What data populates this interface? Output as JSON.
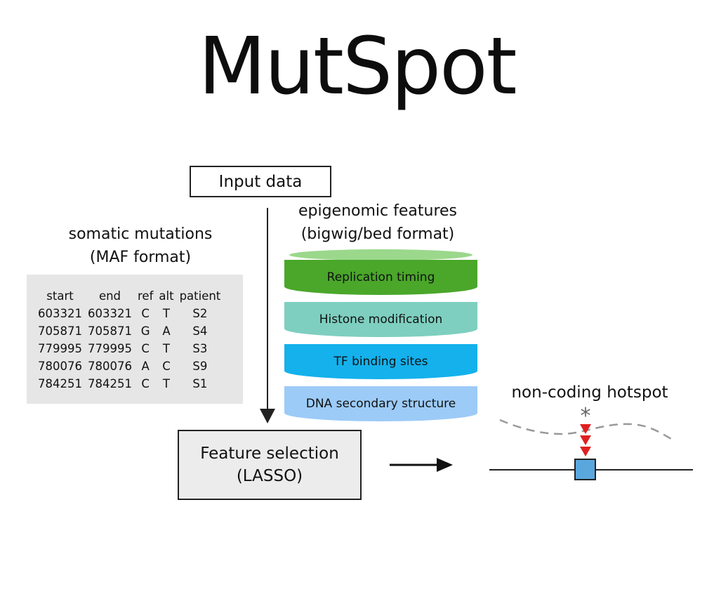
{
  "title": "MutSpot",
  "input_box": {
    "label": "Input data"
  },
  "somatic": {
    "caption_line1": "somatic mutations",
    "caption_line2": "(MAF format)",
    "headers": [
      "start",
      "end",
      "ref",
      "alt",
      "patient"
    ],
    "rows": [
      [
        "603321",
        "603321",
        "C",
        "T",
        "S2"
      ],
      [
        "705871",
        "705871",
        "G",
        "A",
        "S4"
      ],
      [
        "779995",
        "779995",
        "C",
        "T",
        "S3"
      ],
      [
        "780076",
        "780076",
        "A",
        "C",
        "S9"
      ],
      [
        "784251",
        "784251",
        "C",
        "T",
        "S1"
      ]
    ]
  },
  "epigenomic": {
    "caption_line1": "epigenomic features",
    "caption_line2": "(bigwig/bed format)",
    "layers": [
      {
        "label": "Replication timing",
        "color": "#4aa72a"
      },
      {
        "label": "Histone modification",
        "color": "#7ecfc0"
      },
      {
        "label": "TF binding sites",
        "color": "#14b1ec"
      },
      {
        "label": "DNA secondary structure",
        "color": "#9ccbf7"
      }
    ]
  },
  "feature_selection": {
    "line1": "Feature selection",
    "line2": "(LASSO)"
  },
  "hotspot": {
    "caption": "non-coding hotspot",
    "star": "*",
    "marker_color": "#e02020",
    "site_color": "#5aa7de"
  }
}
